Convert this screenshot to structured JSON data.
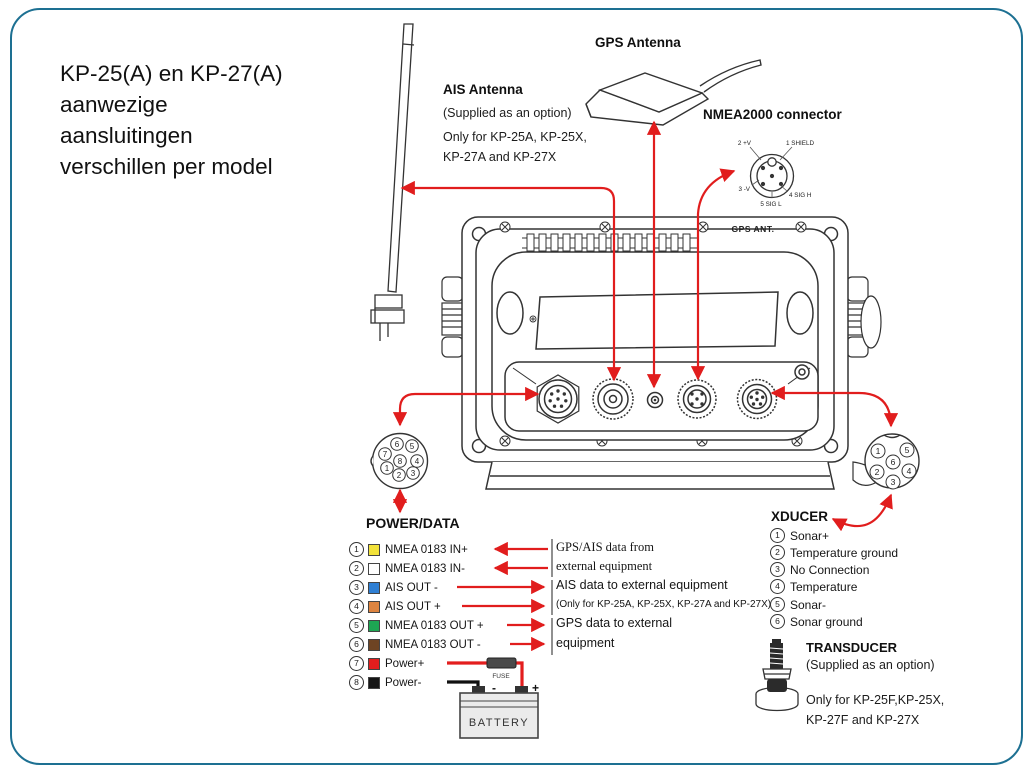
{
  "title": {
    "lines": [
      "KP-25(A) en KP-27(A)",
      "aanwezige",
      "aansluitingen",
      "verschillen per model"
    ]
  },
  "colors": {
    "accent_red": "#e11d1d",
    "frame_teal": "#1d7092",
    "line_art": "#333333"
  },
  "gps_antenna": {
    "label": "GPS Antenna"
  },
  "ais_antenna": {
    "label": "AIS Antenna",
    "note": "(Supplied as an option)",
    "only1": "Only for KP-25A, KP-25X,",
    "only2": "KP-27A and KP-27X"
  },
  "nmea2000": {
    "title": "NMEA2000 connector",
    "pins": {
      "p2": "2 +V",
      "p1": "1 SHIELD",
      "p3": "3 -V",
      "p4": "4 SIG H",
      "p5": "5 SIG L"
    }
  },
  "device": {
    "gps_ant_label": "GPS ANT."
  },
  "power_data": {
    "title": "POWER/DATA",
    "plug_pins": [
      "6",
      "5",
      "7",
      "8",
      "4",
      "1",
      "2",
      "3"
    ],
    "pins": [
      {
        "num": "1",
        "color": "#f2e23a",
        "label": "NMEA 0183 IN+"
      },
      {
        "num": "2",
        "color": "#ffffff",
        "label": "NMEA 0183 IN-"
      },
      {
        "num": "3",
        "color": "#2f7fd3",
        "label": "AIS OUT -"
      },
      {
        "num": "4",
        "color": "#dd8440",
        "label": "AIS OUT +"
      },
      {
        "num": "5",
        "color": "#1ea653",
        "label": "NMEA 0183 OUT +"
      },
      {
        "num": "6",
        "color": "#6e4423",
        "label": "NMEA 0183 OUT -"
      },
      {
        "num": "7",
        "color": "#e31e1e",
        "label": "Power+"
      },
      {
        "num": "8",
        "color": "#151515",
        "label": "Power-"
      }
    ]
  },
  "annotations": {
    "gps_ais_in_line1": "GPS/AIS data from",
    "gps_ais_in_line2": "external equipment",
    "ais_out": "AIS data to external equipment",
    "ais_out_note": "(Only for KP-25A, KP-25X, KP-27A and KP-27X)",
    "gps_out_line1": "GPS data to external",
    "gps_out_line2": "equipment"
  },
  "battery": {
    "label": "BATTERY",
    "fuse_label": "FUSE",
    "minus": "-",
    "plus": "+"
  },
  "xducer": {
    "title": "XDUCER",
    "plug_pins": [
      "1",
      "5",
      "6",
      "2",
      "4",
      "3"
    ],
    "pins": [
      {
        "num": "1",
        "label": "Sonar+"
      },
      {
        "num": "2",
        "label": "Temperature ground"
      },
      {
        "num": "3",
        "label": "No Connection"
      },
      {
        "num": "4",
        "label": "Temperature"
      },
      {
        "num": "5",
        "label": "Sonar-"
      },
      {
        "num": "6",
        "label": "Sonar ground"
      }
    ]
  },
  "transducer": {
    "title": "TRANSDUCER",
    "note": "(Supplied as an option)",
    "only1": "Only for KP-25F,KP-25X,",
    "only2": "KP-27F and KP-27X"
  }
}
